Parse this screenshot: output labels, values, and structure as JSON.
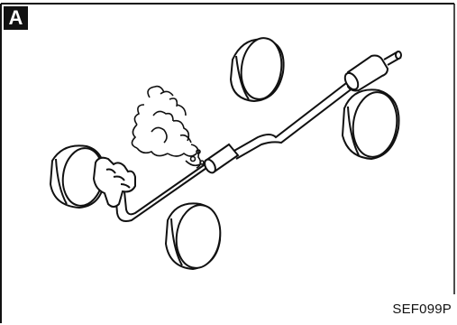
{
  "panel": {
    "letter": "A"
  },
  "figure": {
    "code": "SEF099P"
  },
  "illustration": {
    "components": [
      "front-left-wheel",
      "rear-left-wheel",
      "front-right-wheel",
      "rear-right-wheel",
      "exhaust-pipe",
      "center-muffler",
      "main-muffler",
      "tailpipe",
      "exhaust-smoke",
      "hand"
    ]
  },
  "colors": {
    "line": "#111111",
    "background": "#ffffff",
    "fill": "#ffffff"
  }
}
